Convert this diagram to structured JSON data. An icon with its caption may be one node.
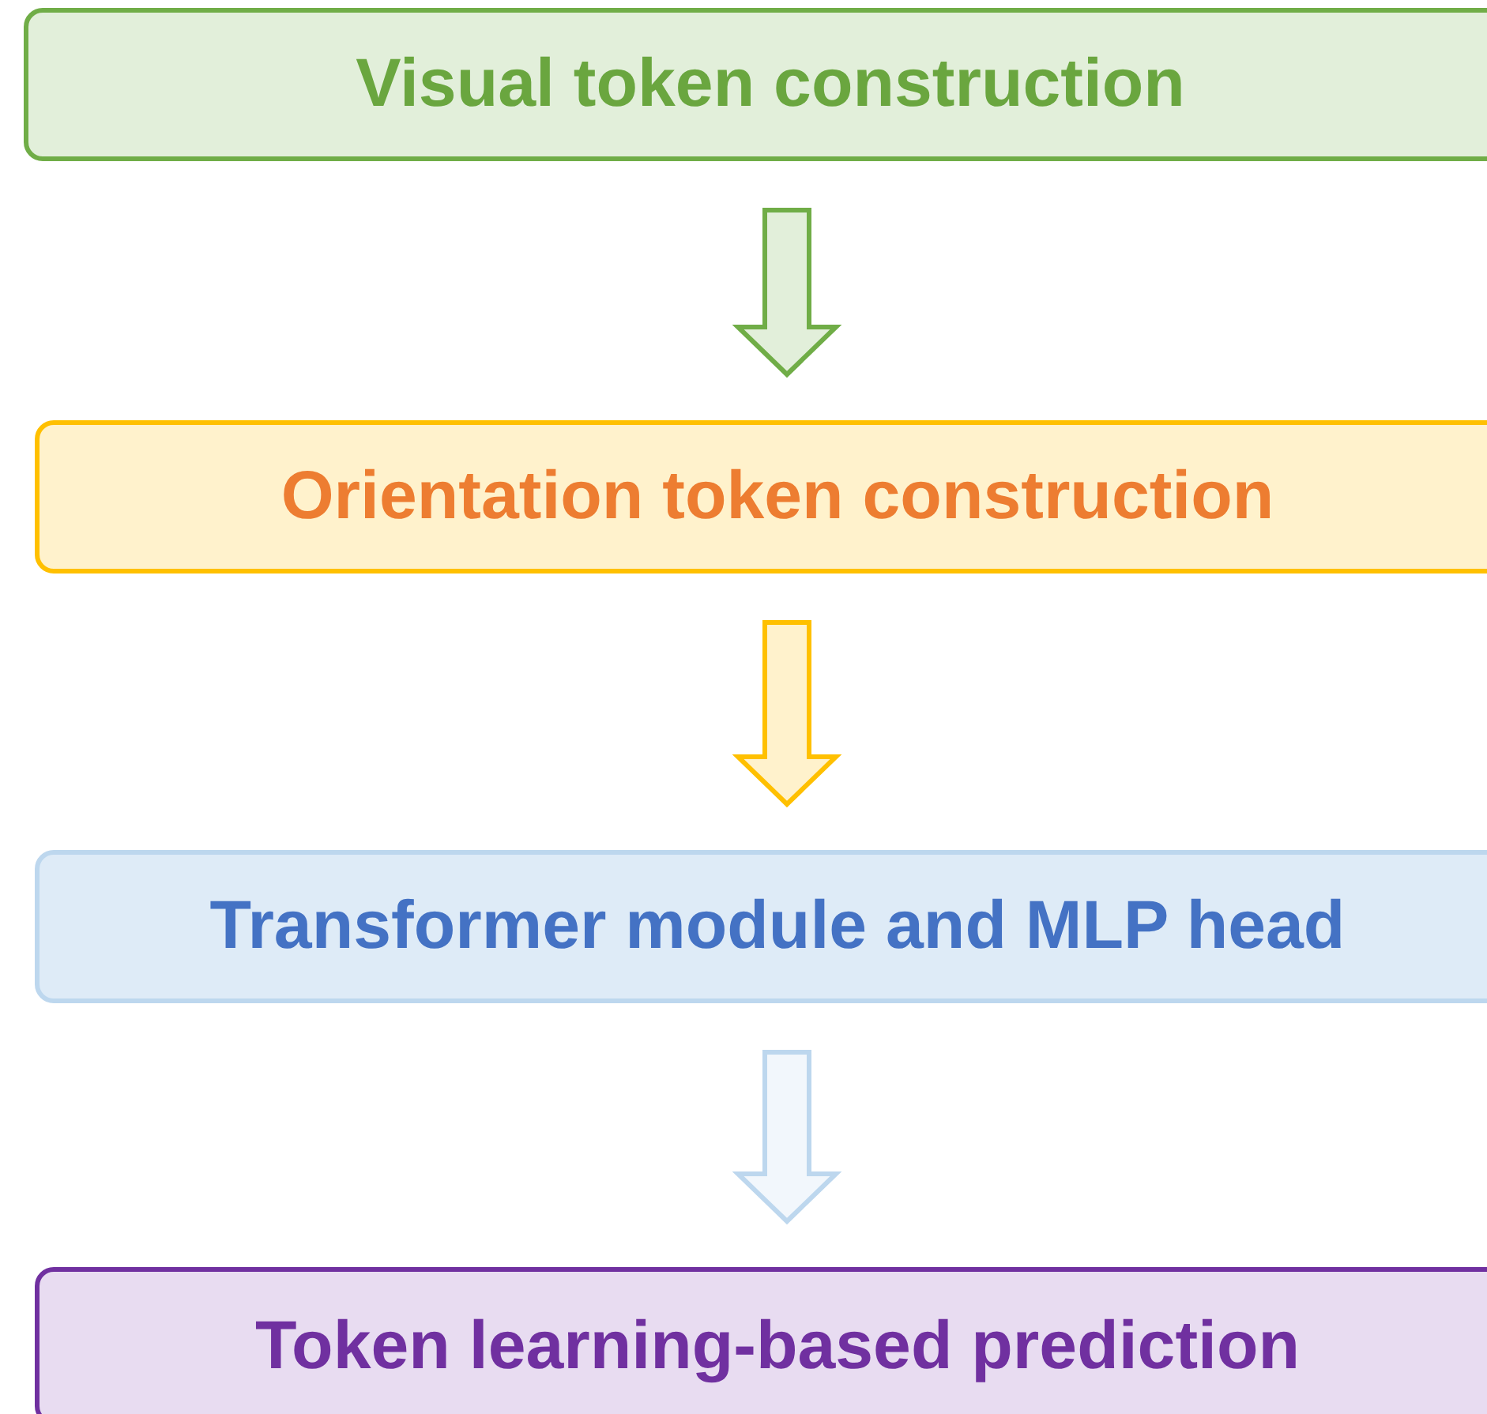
{
  "diagram": {
    "nodes": [
      {
        "text": [
          "Visual token construction"
        ]
      },
      {
        "text": [
          "Orientation token construction"
        ]
      },
      {
        "text": [
          "Transformer module and MLP head"
        ]
      },
      {
        "text": [
          "Token learning-based prediction"
        ]
      }
    ],
    "edges": [
      {
        "from": 0,
        "to": 1,
        "arrow": "to",
        "color": "#70ad47"
      },
      {
        "from": 1,
        "to": 2,
        "arrow": "to",
        "color": "#ffc000"
      },
      {
        "from": 2,
        "to": 3,
        "arrow": "to",
        "color": "#bdd7ee"
      }
    ]
  }
}
